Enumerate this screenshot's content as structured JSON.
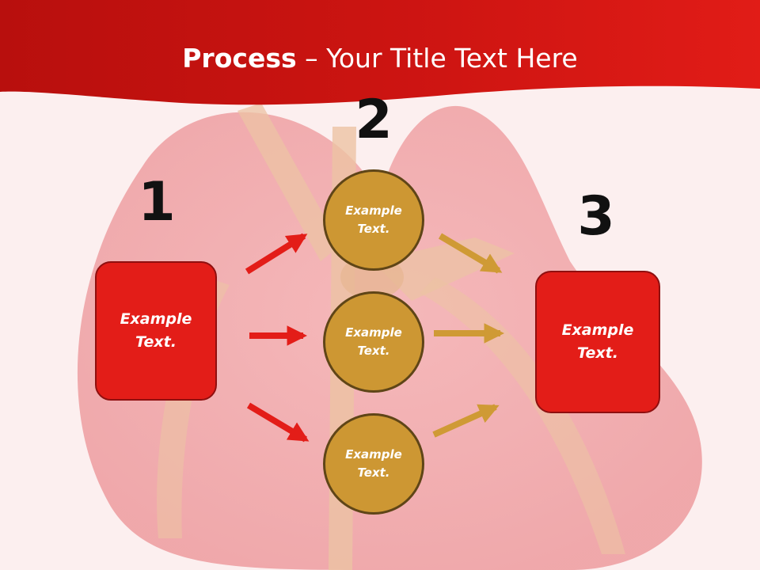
{
  "title": {
    "bold": "Process",
    "rest": " – Your Title Text Here"
  },
  "steps": {
    "one": "1",
    "two": "2",
    "three": "3"
  },
  "nodes": {
    "left_box": "Example Text.",
    "circle_top": "Example Text.",
    "circle_mid": "Example Text.",
    "circle_bot": "Example Text.",
    "right_box": "Example Text."
  },
  "colors": {
    "header_red": "#c8120f",
    "box_red": "#e31d18",
    "circle_gold": "#cd9733",
    "arrow_red": "#e31d18",
    "arrow_gold": "#cf9a35"
  }
}
